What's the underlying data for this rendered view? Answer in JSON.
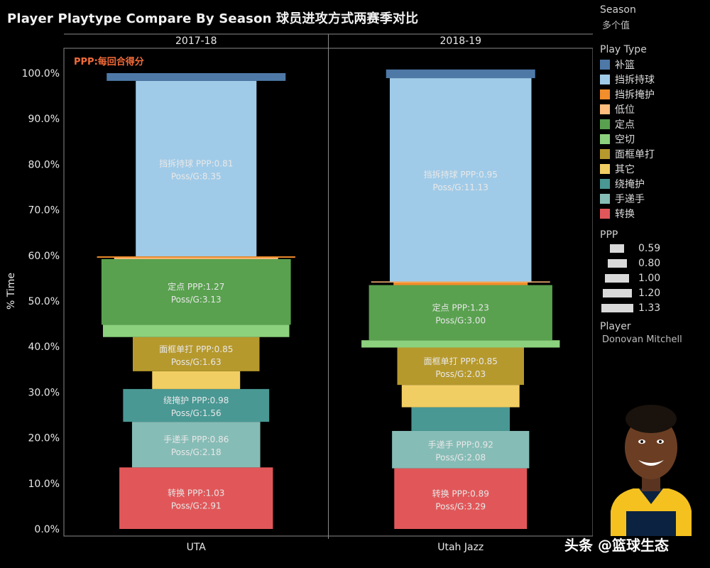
{
  "header": {
    "title": "Player Playtype Compare By Season 球员进攻方式两赛季对比"
  },
  "legend": {
    "season_title": "Season",
    "season_value": "多个值",
    "playtype_title": "Play Type",
    "items": [
      {
        "label": "补篮",
        "color": "#4e79a7"
      },
      {
        "label": "挡拆持球",
        "color": "#a0cbe8"
      },
      {
        "label": "挡拆掩护",
        "color": "#f28e2b"
      },
      {
        "label": "低位",
        "color": "#ffbe7d"
      },
      {
        "label": "定点",
        "color": "#59a14f"
      },
      {
        "label": "空切",
        "color": "#8cd17d"
      },
      {
        "label": "面框单打",
        "color": "#b6992d"
      },
      {
        "label": "其它",
        "color": "#f1ce63"
      },
      {
        "label": "绕掩护",
        "color": "#499894"
      },
      {
        "label": "手递手",
        "color": "#86bcb6"
      },
      {
        "label": "转换",
        "color": "#e15759"
      }
    ],
    "ppp_title": "PPP",
    "ppp_sizes": [
      {
        "label": "0.59",
        "value": 0.59
      },
      {
        "label": "0.80",
        "value": 0.8
      },
      {
        "label": "1.00",
        "value": 1.0
      },
      {
        "label": "1.20",
        "value": 1.2
      },
      {
        "label": "1.33",
        "value": 1.33
      }
    ],
    "player_title": "Player",
    "player_value": "Donovan Mitchell"
  },
  "watermark": "头条 @篮球生态",
  "chart_data": {
    "type": "bar",
    "stacked": true,
    "annotation": "PPP:每回合得分",
    "ylabel": "% Time",
    "ylim": [
      0,
      100
    ],
    "yticks": [
      "0.0%",
      "10.0%",
      "20.0%",
      "30.0%",
      "40.0%",
      "50.0%",
      "60.0%",
      "70.0%",
      "80.0%",
      "90.0%",
      "100.0%"
    ],
    "panels": [
      {
        "season": "2017-18",
        "xlabel": "UTA",
        "segments": [
          {
            "type": "转换",
            "pct": 13.5,
            "ppp": 1.03,
            "label1": "转换    PPP:1.03",
            "label2": "Poss/G:2.91"
          },
          {
            "type": "手递手",
            "pct": 10.0,
            "ppp": 0.86,
            "label1": "手递手    PPP:0.86",
            "label2": "Poss/G:2.18"
          },
          {
            "type": "绕掩护",
            "pct": 7.2,
            "ppp": 0.98,
            "label1": "绕掩护    PPP:0.98",
            "label2": "Poss/G:1.56"
          },
          {
            "type": "其它",
            "pct": 3.9,
            "ppp": 0.59
          },
          {
            "type": "面框单打",
            "pct": 7.5,
            "ppp": 0.85,
            "label1": "面框单打    PPP:0.85",
            "label2": "Poss/G:1.63"
          },
          {
            "type": "空切",
            "pct": 2.7,
            "ppp": 1.25
          },
          {
            "type": "定点",
            "pct": 14.4,
            "ppp": 1.27,
            "label1": "定点    PPP:1.27",
            "label2": "Poss/G:3.13"
          },
          {
            "type": "低位",
            "pct": 0.3,
            "ppp": 1.1
          },
          {
            "type": "挡拆掩护",
            "pct": 0.3,
            "ppp": 1.33
          },
          {
            "type": "挡拆持球",
            "pct": 38.5,
            "ppp": 0.81,
            "label1": "挡拆持球    PPP:0.81",
            "label2": "Poss/G:8.35"
          },
          {
            "type": "补篮",
            "pct": 1.7,
            "ppp": 1.2
          }
        ]
      },
      {
        "season": "2018-19",
        "xlabel": "Utah Jazz",
        "segments": [
          {
            "type": "转换",
            "pct": 13.3,
            "ppp": 0.89,
            "label1": "转换    PPP:0.89",
            "label2": "Poss/G:3.29"
          },
          {
            "type": "手递手",
            "pct": 8.2,
            "ppp": 0.92,
            "label1": "手递手    PPP:0.92",
            "label2": "Poss/G:2.08"
          },
          {
            "type": "绕掩护",
            "pct": 5.2,
            "ppp": 0.66
          },
          {
            "type": "其它",
            "pct": 4.9,
            "ppp": 0.79
          },
          {
            "type": "面框单打",
            "pct": 8.2,
            "ppp": 0.85,
            "label1": "面框单打    PPP:0.85",
            "label2": "Poss/G:2.03"
          },
          {
            "type": "空切",
            "pct": 1.6,
            "ppp": 1.33
          },
          {
            "type": "定点",
            "pct": 12.1,
            "ppp": 1.23,
            "label1": "定点    PPP:1.23",
            "label2": "Poss/G:3.00"
          },
          {
            "type": "挡拆掩护",
            "pct": 0.6,
            "ppp": 0.9
          },
          {
            "type": "低位",
            "pct": 0.2,
            "ppp": 1.2
          },
          {
            "type": "挡拆持球",
            "pct": 44.6,
            "ppp": 0.95,
            "label1": "挡拆持球    PPP:0.95",
            "label2": "Poss/G:11.13"
          },
          {
            "type": "补篮",
            "pct": 1.9,
            "ppp": 1.0
          }
        ]
      }
    ]
  }
}
